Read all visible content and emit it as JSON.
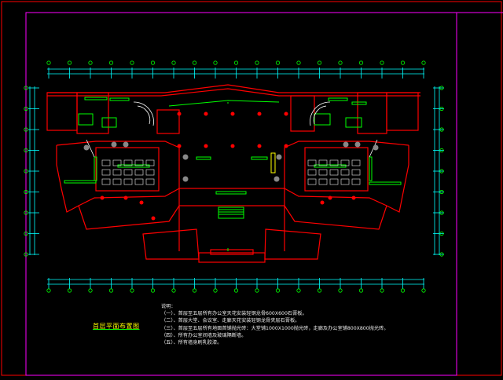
{
  "drawing": {
    "title": "首层平面布置图",
    "notes_heading": "说明：",
    "notes": [
      "（一）、首层至五层所有办公室天花安装轻钢龙骨600X600石膏板。",
      "（二）、首层大堂、会议室、走廊天花安装轻钢龙骨夹层石膏板。",
      "（三）、首层至五层所有地面首铺抛光砖：大堂铺1000X1000抛光砖，走廊及办公室铺800X800抛光砖。",
      "（四）、所有办公室间墙及玻璃隔断墙。",
      "（五）、所有墙身刷乳胶漆。"
    ]
  },
  "colors": {
    "background": "#000000",
    "frame": "#ff00ff",
    "walls": "#ff0000",
    "furniture": "#00ff00",
    "fixtures": "#00ffff",
    "title_text": "#ffff00",
    "note_text": "#e8e8e8",
    "dimension_lines": "#00ffff"
  }
}
